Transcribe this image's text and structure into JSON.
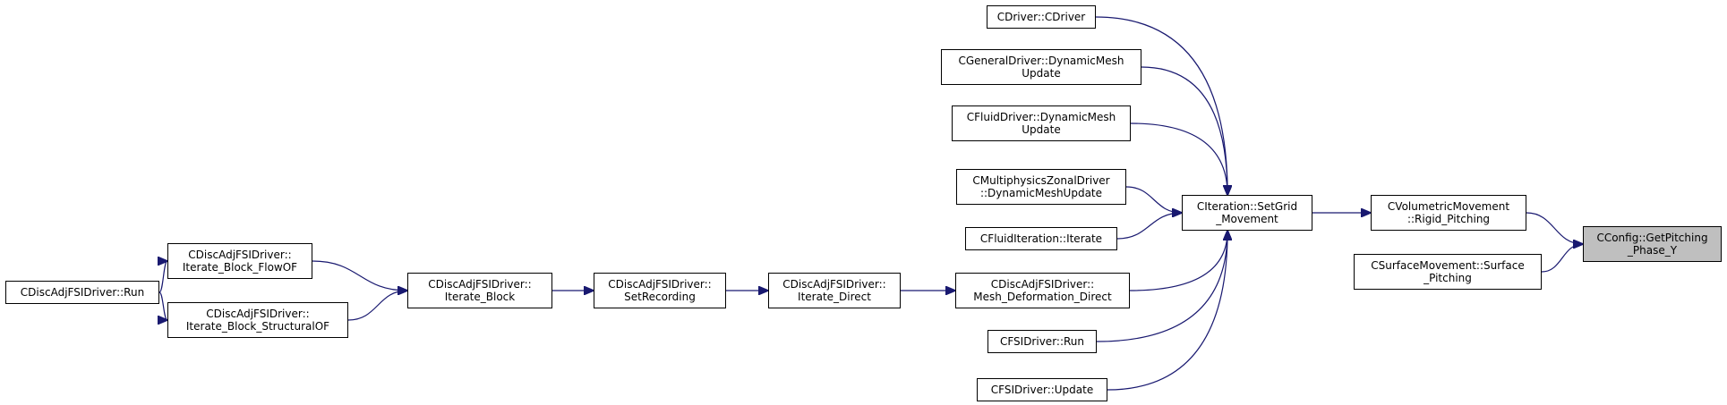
{
  "colors": {
    "edge": "#191970",
    "node_border": "#000000",
    "node_fill": "#ffffff",
    "highlight_fill": "#bfbfbf"
  },
  "nodes": [
    {
      "id": "run",
      "label": "CDiscAdjFSIDriver::Run"
    },
    {
      "id": "flowof",
      "label": "CDiscAdjFSIDriver::\nIterate_Block_FlowOF"
    },
    {
      "id": "structof",
      "label": "CDiscAdjFSIDriver::\nIterate_Block_StructuralOF"
    },
    {
      "id": "iterblock",
      "label": "CDiscAdjFSIDriver::\nIterate_Block"
    },
    {
      "id": "setrec",
      "label": "CDiscAdjFSIDriver::\nSetRecording"
    },
    {
      "id": "iterdirect",
      "label": "CDiscAdjFSIDriver::\nIterate_Direct"
    },
    {
      "id": "meshdef",
      "label": "CDiscAdjFSIDriver::\nMesh_Deformation_Direct"
    },
    {
      "id": "cdriver",
      "label": "CDriver::CDriver"
    },
    {
      "id": "gendyn",
      "label": "CGeneralDriver::DynamicMesh\nUpdate"
    },
    {
      "id": "fluiddyn",
      "label": "CFluidDriver::DynamicMesh\nUpdate"
    },
    {
      "id": "multidyn",
      "label": "CMultiphysicsZonalDriver\n::DynamicMeshUpdate"
    },
    {
      "id": "fluiditer",
      "label": "CFluidIteration::Iterate"
    },
    {
      "id": "fsirun",
      "label": "CFSIDriver::Run"
    },
    {
      "id": "fsiupdate",
      "label": "CFSIDriver::Update"
    },
    {
      "id": "setgrid",
      "label": "CIteration::SetGrid\n_Movement"
    },
    {
      "id": "volrigid",
      "label": "CVolumetricMovement\n::Rigid_Pitching"
    },
    {
      "id": "surfpitch",
      "label": "CSurfaceMovement::Surface\n_Pitching"
    },
    {
      "id": "target",
      "label": "CConfig::GetPitching\n_Phase_Y",
      "highlighted": true
    }
  ],
  "edges": [
    {
      "from": "run",
      "to": "flowof"
    },
    {
      "from": "run",
      "to": "structof"
    },
    {
      "from": "flowof",
      "to": "iterblock"
    },
    {
      "from": "structof",
      "to": "iterblock"
    },
    {
      "from": "iterblock",
      "to": "setrec"
    },
    {
      "from": "setrec",
      "to": "iterdirect"
    },
    {
      "from": "iterdirect",
      "to": "meshdef"
    },
    {
      "from": "cdriver",
      "to": "setgrid"
    },
    {
      "from": "gendyn",
      "to": "setgrid"
    },
    {
      "from": "fluiddyn",
      "to": "setgrid"
    },
    {
      "from": "multidyn",
      "to": "setgrid"
    },
    {
      "from": "fluiditer",
      "to": "setgrid"
    },
    {
      "from": "meshdef",
      "to": "setgrid"
    },
    {
      "from": "fsirun",
      "to": "setgrid"
    },
    {
      "from": "fsiupdate",
      "to": "setgrid"
    },
    {
      "from": "setgrid",
      "to": "volrigid"
    },
    {
      "from": "volrigid",
      "to": "target"
    },
    {
      "from": "surfpitch",
      "to": "target"
    }
  ]
}
